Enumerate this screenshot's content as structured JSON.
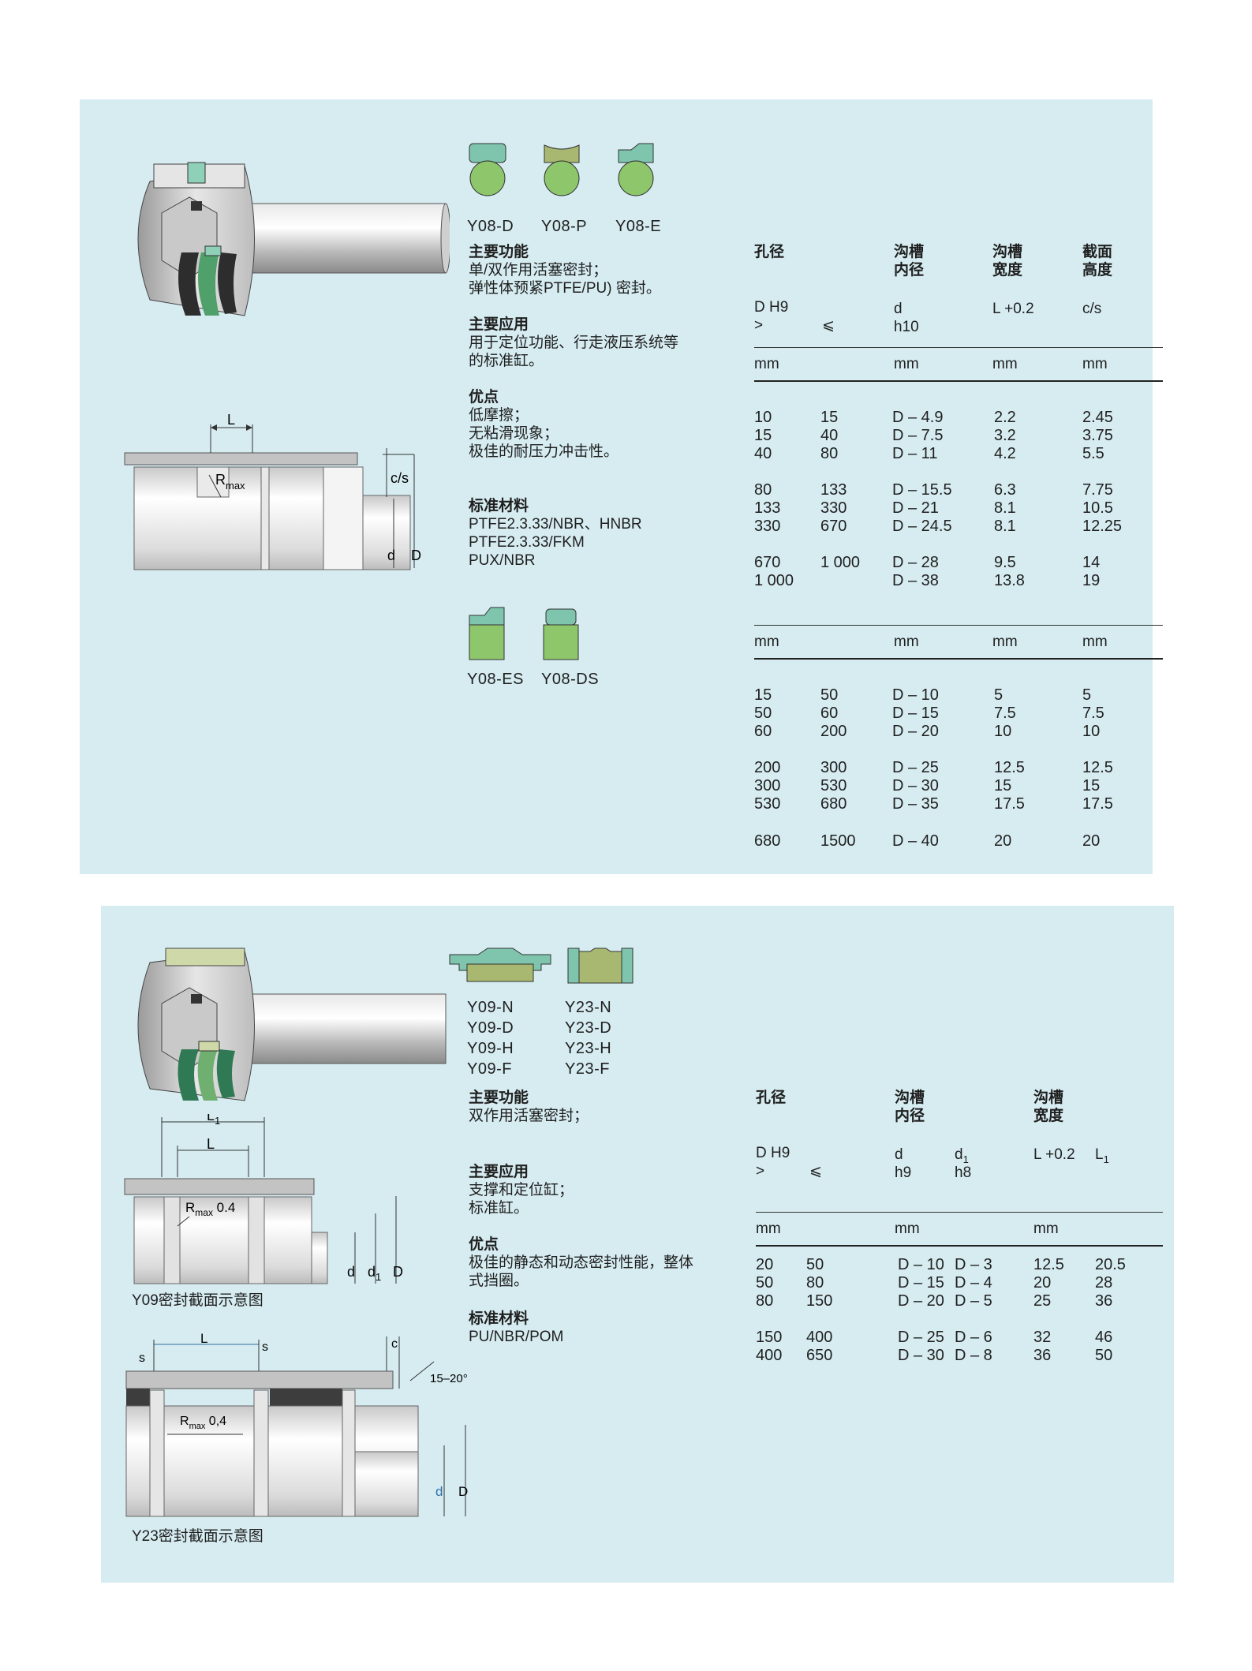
{
  "section1": {
    "profiles": [
      "Y08-D",
      "Y08-P",
      "Y08-E"
    ],
    "profiles2": [
      "Y08-ES",
      "Y08-DS"
    ],
    "func_title": "主要功能",
    "func_text": "单/双作用活塞密封；\n弹性体预紧PTFE/PU) 密封。",
    "app_title": "主要应用",
    "app_text": "用于定位功能、行走液压系统等\n的标准缸。",
    "adv_title": "优点",
    "adv_text": "低摩擦；\n无粘滑现象；\n极佳的耐压力冲击性。",
    "mat_title": "标准材料",
    "mat_text": "PTFE2.3.33/NBR、HNBR\nPTFE2.3.33/FKM\nPUX/NBR",
    "diagram": {
      "L": "L",
      "rmax": "R",
      "rmax_sub": "max",
      "cs": "c/s",
      "d": "d",
      "D": "D"
    },
    "table": {
      "headers": [
        "孔径",
        "沟槽\n内径",
        "沟槽\n宽度",
        "截面\n高度"
      ],
      "sub_dh9": "D H9",
      "sub_gt": ">",
      "sub_le": "⩽",
      "sub_d": "d\nh10",
      "sub_l": "L +0.2",
      "sub_cs": "c/s",
      "unit": "mm",
      "groupA": [
        [
          [
            "10",
            "15"
          ],
          [
            "15",
            "40"
          ],
          [
            "40",
            "80"
          ]
        ],
        [
          [
            "80",
            "133"
          ],
          [
            "133",
            "330"
          ],
          [
            "330",
            "670"
          ]
        ],
        [
          [
            "670",
            "1 000"
          ],
          [
            "1 000",
            ""
          ]
        ]
      ],
      "groupA_vals": [
        [
          [
            "D – 4.9",
            "2.2",
            "2.45"
          ],
          [
            "D – 7.5",
            "3.2",
            "3.75"
          ],
          [
            "D – 11",
            "4.2",
            "5.5"
          ]
        ],
        [
          [
            "D – 15.5",
            "6.3",
            "7.75"
          ],
          [
            "D – 21",
            "8.1",
            "10.5"
          ],
          [
            "D – 24.5",
            "8.1",
            "12.25"
          ]
        ],
        [
          [
            "D – 28",
            "9.5",
            "14"
          ],
          [
            "D – 38",
            "13.8",
            "19"
          ]
        ]
      ],
      "groupB": [
        [
          [
            "15",
            "50"
          ],
          [
            "50",
            "60"
          ],
          [
            "60",
            "200"
          ]
        ],
        [
          [
            "200",
            "300"
          ],
          [
            "300",
            "530"
          ],
          [
            "530",
            "680"
          ]
        ],
        [
          [
            "680",
            "1500"
          ]
        ]
      ],
      "groupB_vals": [
        [
          [
            "D – 10",
            "5",
            "5"
          ],
          [
            "D – 15",
            "7.5",
            "7.5"
          ],
          [
            "D – 20",
            "10",
            "10"
          ]
        ],
        [
          [
            "D – 25",
            "12.5",
            "12.5"
          ],
          [
            "D – 30",
            "15",
            "15"
          ],
          [
            "D – 35",
            "17.5",
            "17.5"
          ]
        ],
        [
          [
            "D – 40",
            "20",
            "20"
          ]
        ]
      ]
    }
  },
  "section2": {
    "profiles_col1": [
      "Y09-N",
      "Y09-D",
      "Y09-H",
      "Y09-F"
    ],
    "profiles_col2": [
      "Y23-N",
      "Y23-D",
      "Y23-H",
      "Y23-F"
    ],
    "func_title": "主要功能",
    "func_text": "双作用活塞密封；",
    "app_title": "主要应用",
    "app_text": "支撑和定位缸；\n标准缸。",
    "adv_title": "优点",
    "adv_text": "极佳的静态和动态密封性能，整体\n式挡圈。",
    "mat_title": "标准材料",
    "mat_text": "PU/NBR/POM",
    "caption_y09": "Y09密封截面示意图",
    "caption_y23": "Y23密封截面示意图",
    "diagram_y09": {
      "L1": "L",
      "L1_sub": "1",
      "L": "L",
      "rmax": "R",
      "rmax_sub": "max",
      "rval": "0.4",
      "d": "d",
      "d1": "d",
      "d1_sub": "1",
      "D": "D"
    },
    "diagram_y23": {
      "L": "L",
      "s": "s",
      "s2": "s",
      "c": "c",
      "angle": "15–20°",
      "rmax": "R",
      "rmax_sub": "max",
      "rval": "0,4",
      "d": "d",
      "D": "D"
    },
    "table": {
      "headers": [
        "孔径",
        "沟槽\n内径",
        "沟槽\n宽度"
      ],
      "sub_dh9": "D H9",
      "sub_gt": ">",
      "sub_le": "⩽",
      "sub_d": "d\nh9",
      "sub_d1": "d",
      "sub_d1_sub": "1",
      "sub_d1_tol": "h8",
      "sub_l": "L +0.2",
      "sub_l1": "L",
      "sub_l1_sub": "1",
      "unit": "mm",
      "groups": [
        [
          [
            "20",
            "50",
            "D – 10",
            "D – 3",
            "12.5",
            "20.5"
          ],
          [
            "50",
            "80",
            "D – 15",
            "D – 4",
            "20",
            "28"
          ],
          [
            "80",
            "150",
            "D – 20",
            "D – 5",
            "25",
            "36"
          ]
        ],
        [
          [
            "150",
            "400",
            "D – 25",
            "D – 6",
            "32",
            "46"
          ],
          [
            "400",
            "650",
            "D – 30",
            "D – 8",
            "36",
            "50"
          ]
        ]
      ]
    }
  }
}
